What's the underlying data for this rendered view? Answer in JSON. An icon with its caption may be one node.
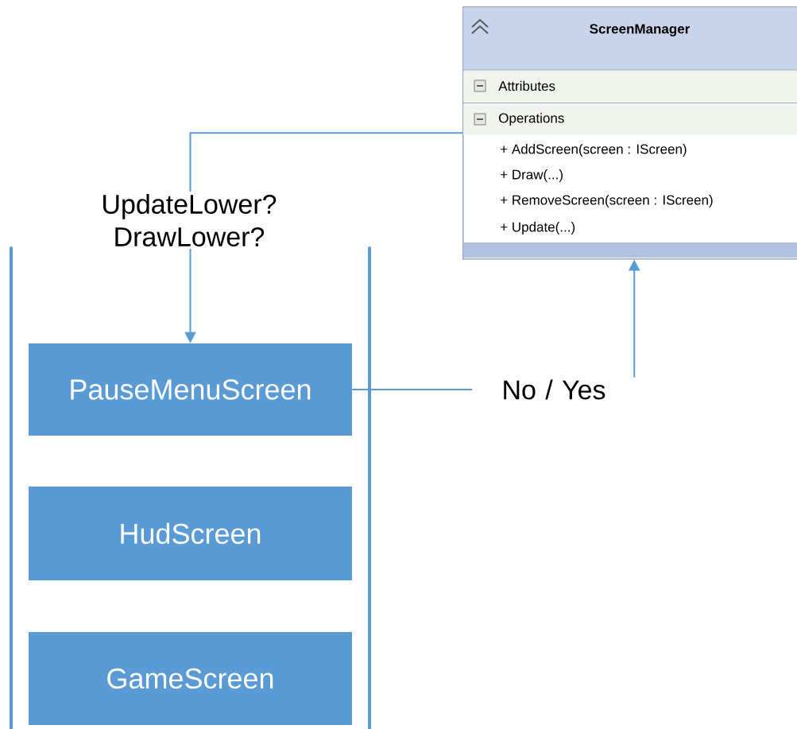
{
  "diagram": {
    "nodes": [
      {
        "text": [
          "ScreenManager",
          "Attributes",
          "Operations",
          "+ AddScreen(screen : IScreen)",
          "+ Draw(...)",
          "+ RemoveScreen(screen : IScreen)",
          "+ Update(...)"
        ]
      },
      {
        "text": [
          "PauseMenuScreen"
        ]
      },
      {
        "text": [
          "HudScreen"
        ]
      },
      {
        "text": [
          "GameScreen"
        ]
      }
    ],
    "edges": [
      {
        "from": 0,
        "to": 1,
        "arrow": "to",
        "label": "UpdateLower? DrawLower?"
      },
      {
        "from": 1,
        "to": 0,
        "arrow": "to",
        "label": "No / Yes"
      }
    ]
  }
}
